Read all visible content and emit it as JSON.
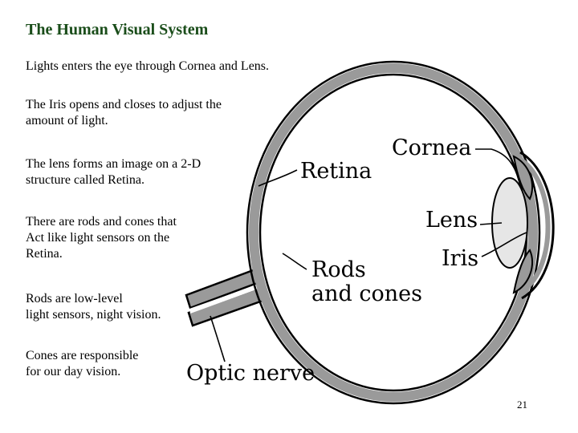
{
  "title": "The Human Visual System",
  "paragraphs": {
    "p1": "Lights enters the eye through Cornea and Lens.",
    "p2": "The Iris opens and closes to adjust the\namount of light.",
    "p3": "The lens forms an image on a 2-D\nstructure  called Retina.",
    "p4": "There are rods and cones that\nAct like light sensors on the\nRetina.",
    "p5": "Rods are low-level\nlight sensors, night vision.",
    "p6": "Cones are responsible\nfor our day vision."
  },
  "diagram_labels": {
    "cornea": "Cornea",
    "retina": "Retina",
    "lens": "Lens",
    "iris": "Iris",
    "rods_cones": "Rods\nand cones",
    "optic_nerve": "Optic nerve"
  },
  "page_number": "21",
  "colors": {
    "title": "#1a4d1a",
    "eye_wall": "#9a9a9a",
    "lens_fill": "#e6e6e6"
  }
}
